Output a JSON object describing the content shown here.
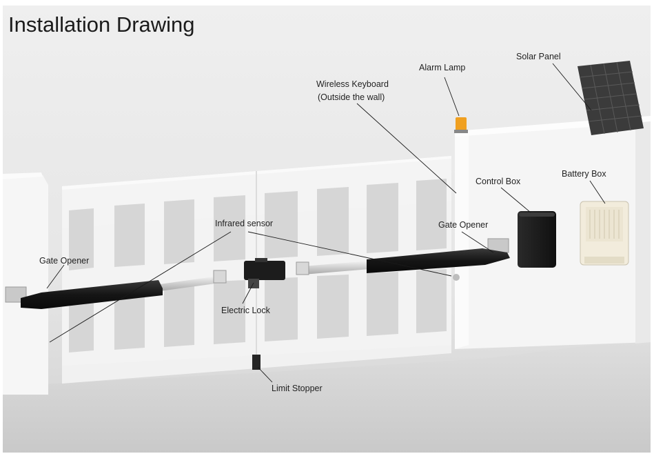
{
  "title": "Installation Drawing",
  "labels": {
    "solar_panel": "Solar Panel",
    "alarm_lamp": "Alarm Lamp",
    "wireless_keyboard_1": "Wireless Keyboard",
    "wireless_keyboard_2": "(Outside the wall)",
    "control_box": "Control Box",
    "battery_box": "Battery Box",
    "infrared_sensor": "Infrared sensor",
    "gate_opener_right": "Gate Opener",
    "gate_opener_left": "Gate Opener",
    "electric_lock": "Electric Lock",
    "limit_stopper": "Limit Stopper"
  },
  "colors": {
    "wall": "#f2f2f2",
    "wall_shadow": "#dcdcdc",
    "ground": "#d9d9d9",
    "opener": "#1e1e1e",
    "lamp": "#f0a020",
    "panel": "#3a3a3a",
    "battery": "#f3eee0"
  }
}
